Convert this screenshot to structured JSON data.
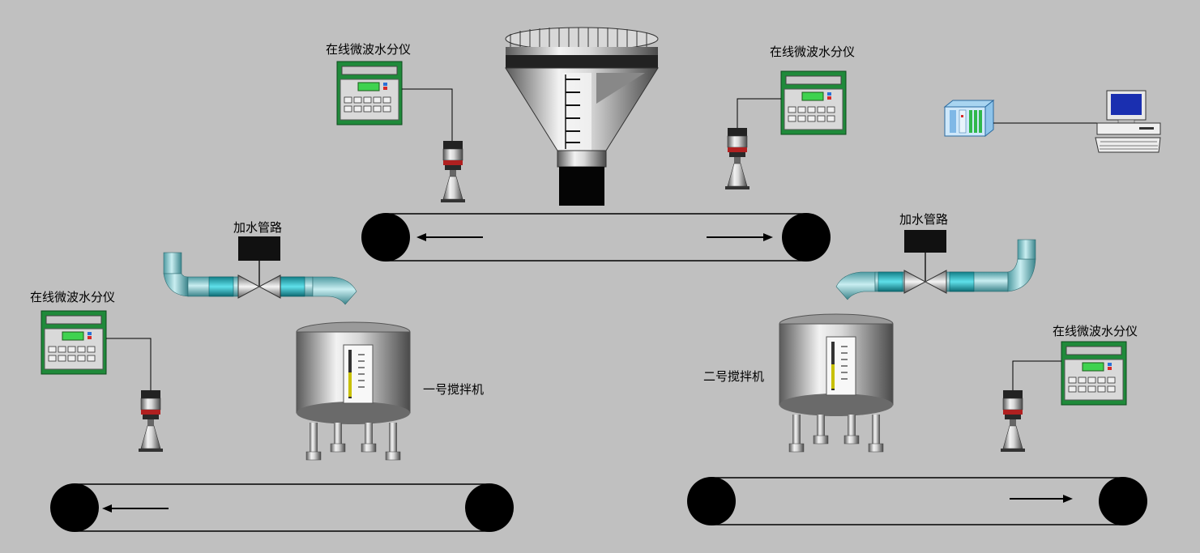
{
  "labels": {
    "analyzer": "在线微波水分仪",
    "water_pipe": "加水管路",
    "mixer_1": "一号搅拌机",
    "mixer_2": "二号搅拌机"
  },
  "colors": {
    "background": "#c0c0c0",
    "analyzer_body": "#1f8a3a",
    "analyzer_display": "#3fd24f",
    "pipe": "#7fc0c6",
    "pipe_collar": "#2fa8b2",
    "screen": "#1a2fb0"
  },
  "icons": [
    "hopper-icon",
    "mixer-icon",
    "microwave-sensor-icon",
    "plc-icon",
    "computer-icon",
    "valve-icon",
    "belt-conveyor-icon"
  ]
}
